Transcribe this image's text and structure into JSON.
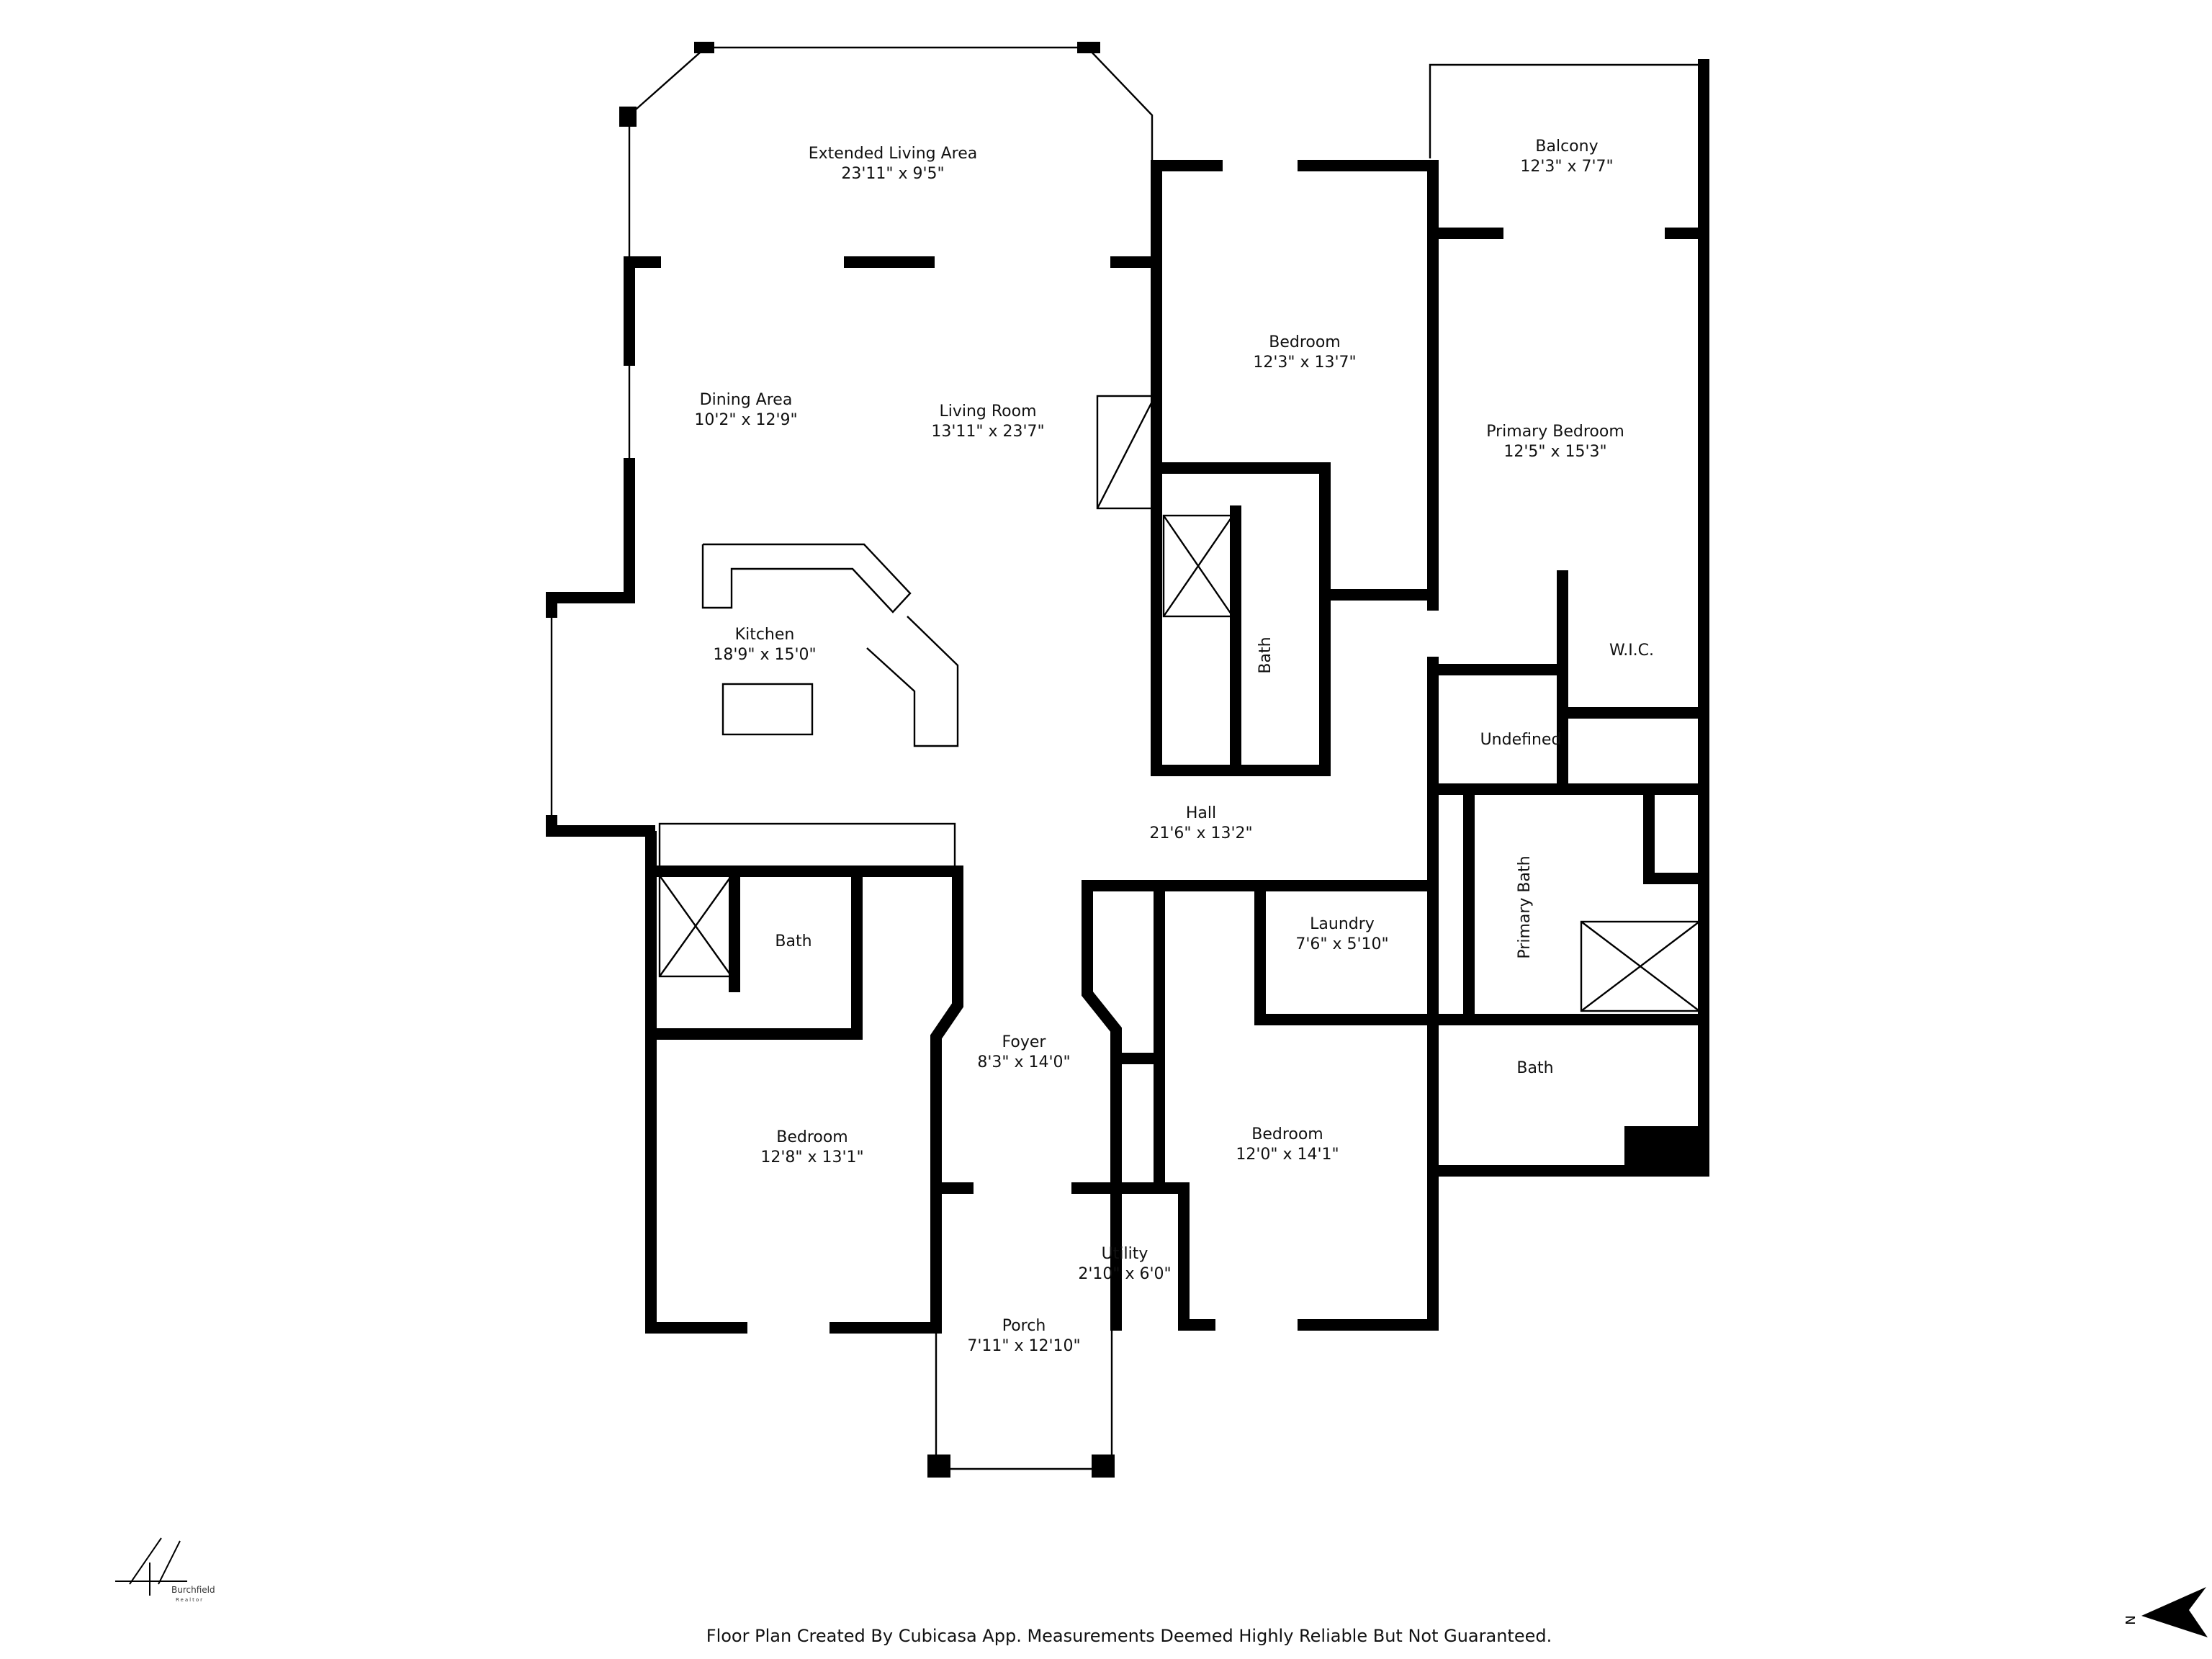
{
  "rooms": [
    {
      "name": "Extended Living Area",
      "size": "23'11\" x 9'5\""
    },
    {
      "name": "Balcony",
      "size": "12'3\" x 7'7\""
    },
    {
      "name": "Bedroom",
      "size": "12'3\" x 13'7\""
    },
    {
      "name": "Primary Bedroom",
      "size": "12'5\" x 15'3\""
    },
    {
      "name": "Dining Area",
      "size": "10'2\" x 12'9\""
    },
    {
      "name": "Living Room",
      "size": "13'11\" x 23'7\""
    },
    {
      "name": "Kitchen",
      "size": "18'9\" x 15'0\""
    },
    {
      "name": "Bath",
      "size": ""
    },
    {
      "name": "W.I.C.",
      "size": ""
    },
    {
      "name": "Undefined",
      "size": ""
    },
    {
      "name": "Hall",
      "size": "21'6\" x 13'2\""
    },
    {
      "name": "Primary Bath",
      "size": ""
    },
    {
      "name": "Bath",
      "size": ""
    },
    {
      "name": "Laundry",
      "size": "7'6\" x 5'10\""
    },
    {
      "name": "Foyer",
      "size": "8'3\" x 14'0\""
    },
    {
      "name": "Bath",
      "size": ""
    },
    {
      "name": "Bedroom",
      "size": "12'8\" x 13'1\""
    },
    {
      "name": "Bedroom",
      "size": "12'0\" x 14'1\""
    },
    {
      "name": "Utility",
      "size": "2'10\" x 6'0\""
    },
    {
      "name": "Porch",
      "size": "7'11\" x 12'10\""
    }
  ],
  "footer": "Floor Plan Created By Cubicasa App. Measurements Deemed Highly Reliable But Not Guaranteed.",
  "logo": {
    "signature": "Ali",
    "name": "Burchfield",
    "title": "Realtor"
  },
  "compass": {
    "label": "N",
    "icon": "north-arrow-icon"
  }
}
